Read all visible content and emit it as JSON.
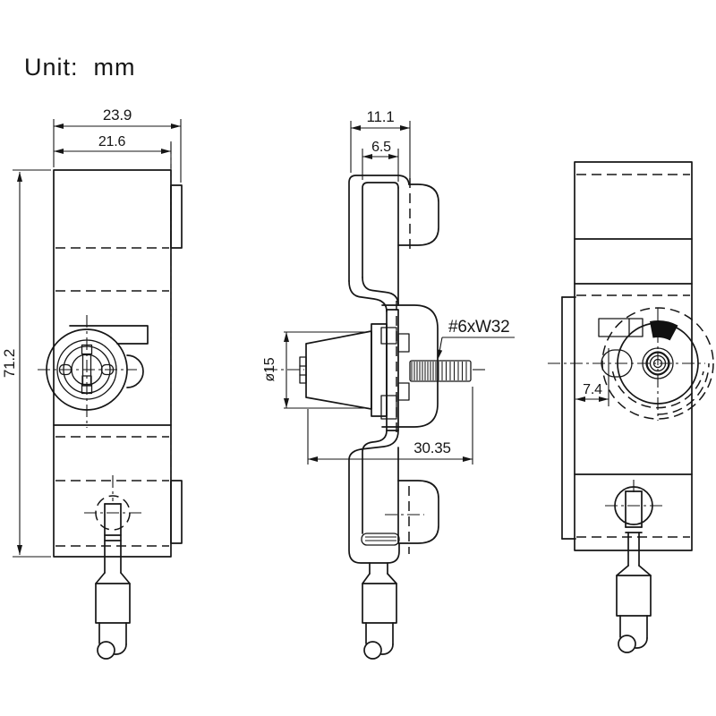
{
  "drawing": {
    "unit_label": "Unit:  mm",
    "colors": {
      "background": "#ffffff",
      "line": "#161616",
      "solid_fill": "#111111"
    },
    "dimensions": {
      "overall_width_mm": "23.9",
      "body_width_mm": "21.6",
      "side_overall_mm": "11.1",
      "side_channel_mm": "6.5",
      "overall_height_mm": "71.2",
      "knob_diameter": "ø15",
      "thread_spec": "#6xW32",
      "assembly_length_mm": "30.35",
      "rear_offset_mm": "7.4"
    }
  }
}
